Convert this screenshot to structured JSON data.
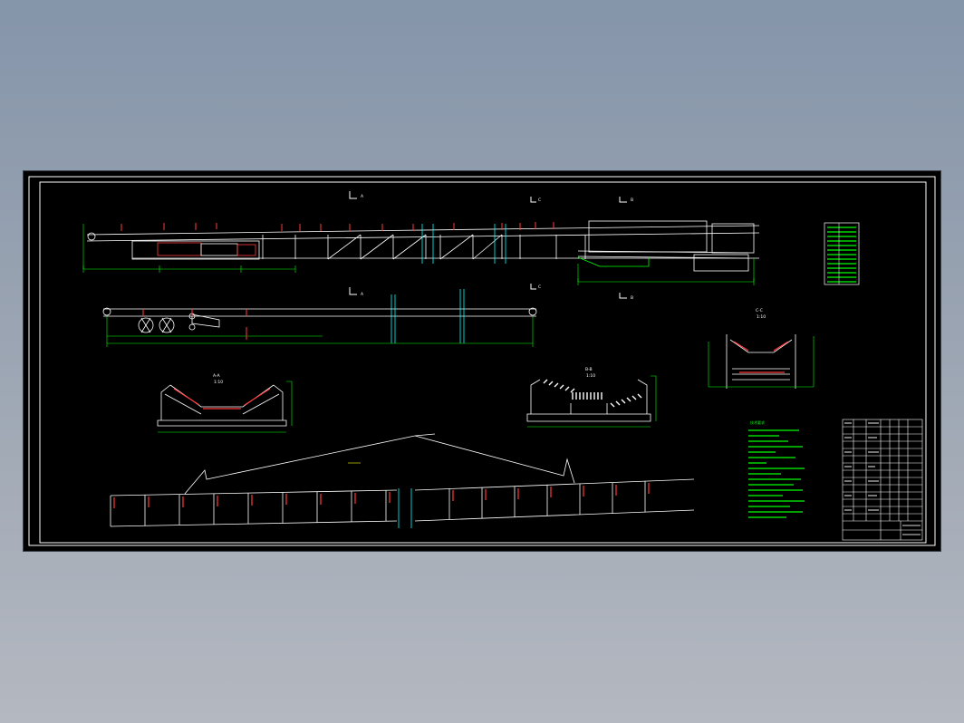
{
  "viewer": {
    "background": "#8f9bab"
  },
  "colors": {
    "sheet": "#000000",
    "lines": "#ffffff",
    "dimension": "#00ff00",
    "hidden": "#ff3b3b",
    "section": "#00ffff",
    "callout": "#ffff00"
  },
  "drawing": {
    "section_markers": [
      "A",
      "A",
      "B",
      "B",
      "C",
      "C"
    ],
    "section_views": [
      {
        "id": "A-A",
        "scale": "1:10"
      },
      {
        "id": "B-B",
        "scale": "1:10"
      },
      {
        "id": "C-C",
        "scale": "1:10"
      }
    ],
    "notes_title": "技术要求",
    "icons": [
      "title-block-icon",
      "legend-table-icon",
      "section-cut-icon"
    ]
  }
}
